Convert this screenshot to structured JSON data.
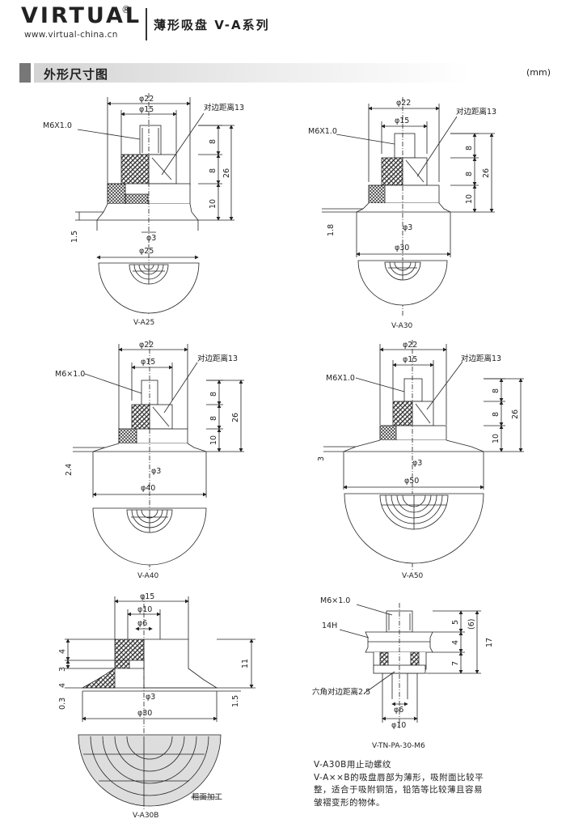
{
  "header": {
    "brand": "VIRTUAL",
    "registered": "®",
    "url": "www.virtual-china.cn",
    "title": "薄形吸盘 V-A系列"
  },
  "section": {
    "title": "外形尺寸图",
    "unit": "(mm)"
  },
  "colors": {
    "hatch": "#333333",
    "section_bar": "#d8d8d8",
    "line": "#222222"
  },
  "drawings": {
    "v_a25": {
      "label": "V-A25",
      "d_outer": "φ22",
      "d_inner": "φ15",
      "thread": "M6X1.0",
      "flats": "对边距离13",
      "h1": "8",
      "h2": "8",
      "h3": "10",
      "h_total": "26",
      "lip": "1.5",
      "hole": "φ3",
      "pad": "φ25"
    },
    "v_a30": {
      "label": "V-A30",
      "d_outer": "φ22",
      "d_inner": "φ15",
      "thread": "M6X1.0",
      "flats": "对边距离13",
      "h1": "8",
      "h2": "8",
      "h3": "10",
      "h_total": "26",
      "lip": "1.8",
      "hole": "φ3",
      "pad": "φ30"
    },
    "v_a40": {
      "label": "V-A40",
      "d_outer": "φ22",
      "d_inner": "φ15",
      "thread": "M6×1.0",
      "flats": "对边距离13",
      "h1": "8",
      "h2": "8",
      "h3": "10",
      "h_total": "26",
      "lip": "2.4",
      "hole": "φ3",
      "pad": "φ40"
    },
    "v_a50": {
      "label": "V-A50",
      "d_outer": "φ22",
      "d_inner": "φ15",
      "thread": "M6X1.0",
      "flats": "对边距离13",
      "h1": "8",
      "h2": "8",
      "h3": "10",
      "h_total": "26",
      "lip": "3",
      "hole": "φ3",
      "pad": "φ50"
    },
    "v_a30b": {
      "label": "V-A30B",
      "d_top": "φ15",
      "d_mid": "φ10",
      "d_small": "φ6",
      "v1": "4",
      "v2": "3",
      "v3": "4",
      "v_total": "11",
      "lip_left": "0.3",
      "lip_right": "1.5",
      "hole": "φ3",
      "pad": "φ30",
      "surface": "粗面加工"
    },
    "v_tn": {
      "label": "V-TN-PA-30-M6",
      "thread": "M6×1.0",
      "hex": "14H",
      "v1": "5",
      "v1_ref": "(6)",
      "v2": "4",
      "v3": "7",
      "v_total": "17",
      "hex_socket": "六角对边距离2.5",
      "d_small": "φ6",
      "d_large": "φ10"
    }
  },
  "note": {
    "line1": "V-A30B用止动螺纹",
    "line2": "V-A××B的吸盘唇部为薄形，吸附面比较平",
    "line3": "整，适合于吸附铜箔，铅箔等比较薄且容易",
    "line4": "皱褶变形的物体。"
  }
}
